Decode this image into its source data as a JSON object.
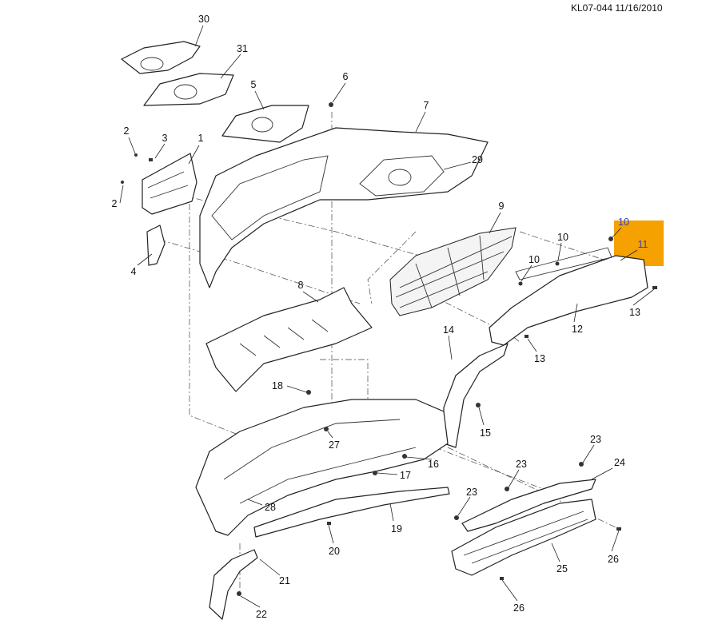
{
  "header": {
    "doc_ref": "KL07-044 11/16/2010"
  },
  "highlight": {
    "color": "#F5A100",
    "part": "11"
  },
  "callouts": [
    "30",
    "31",
    "5",
    "6",
    "7",
    "2",
    "3",
    "1",
    "29",
    "2",
    "9",
    "10",
    "10",
    "11",
    "10",
    "4",
    "8",
    "13",
    "12",
    "14",
    "13",
    "18",
    "15",
    "27",
    "16",
    "23",
    "24",
    "23",
    "17",
    "23",
    "28",
    "19",
    "20",
    "26",
    "25",
    "21",
    "22",
    "26"
  ]
}
